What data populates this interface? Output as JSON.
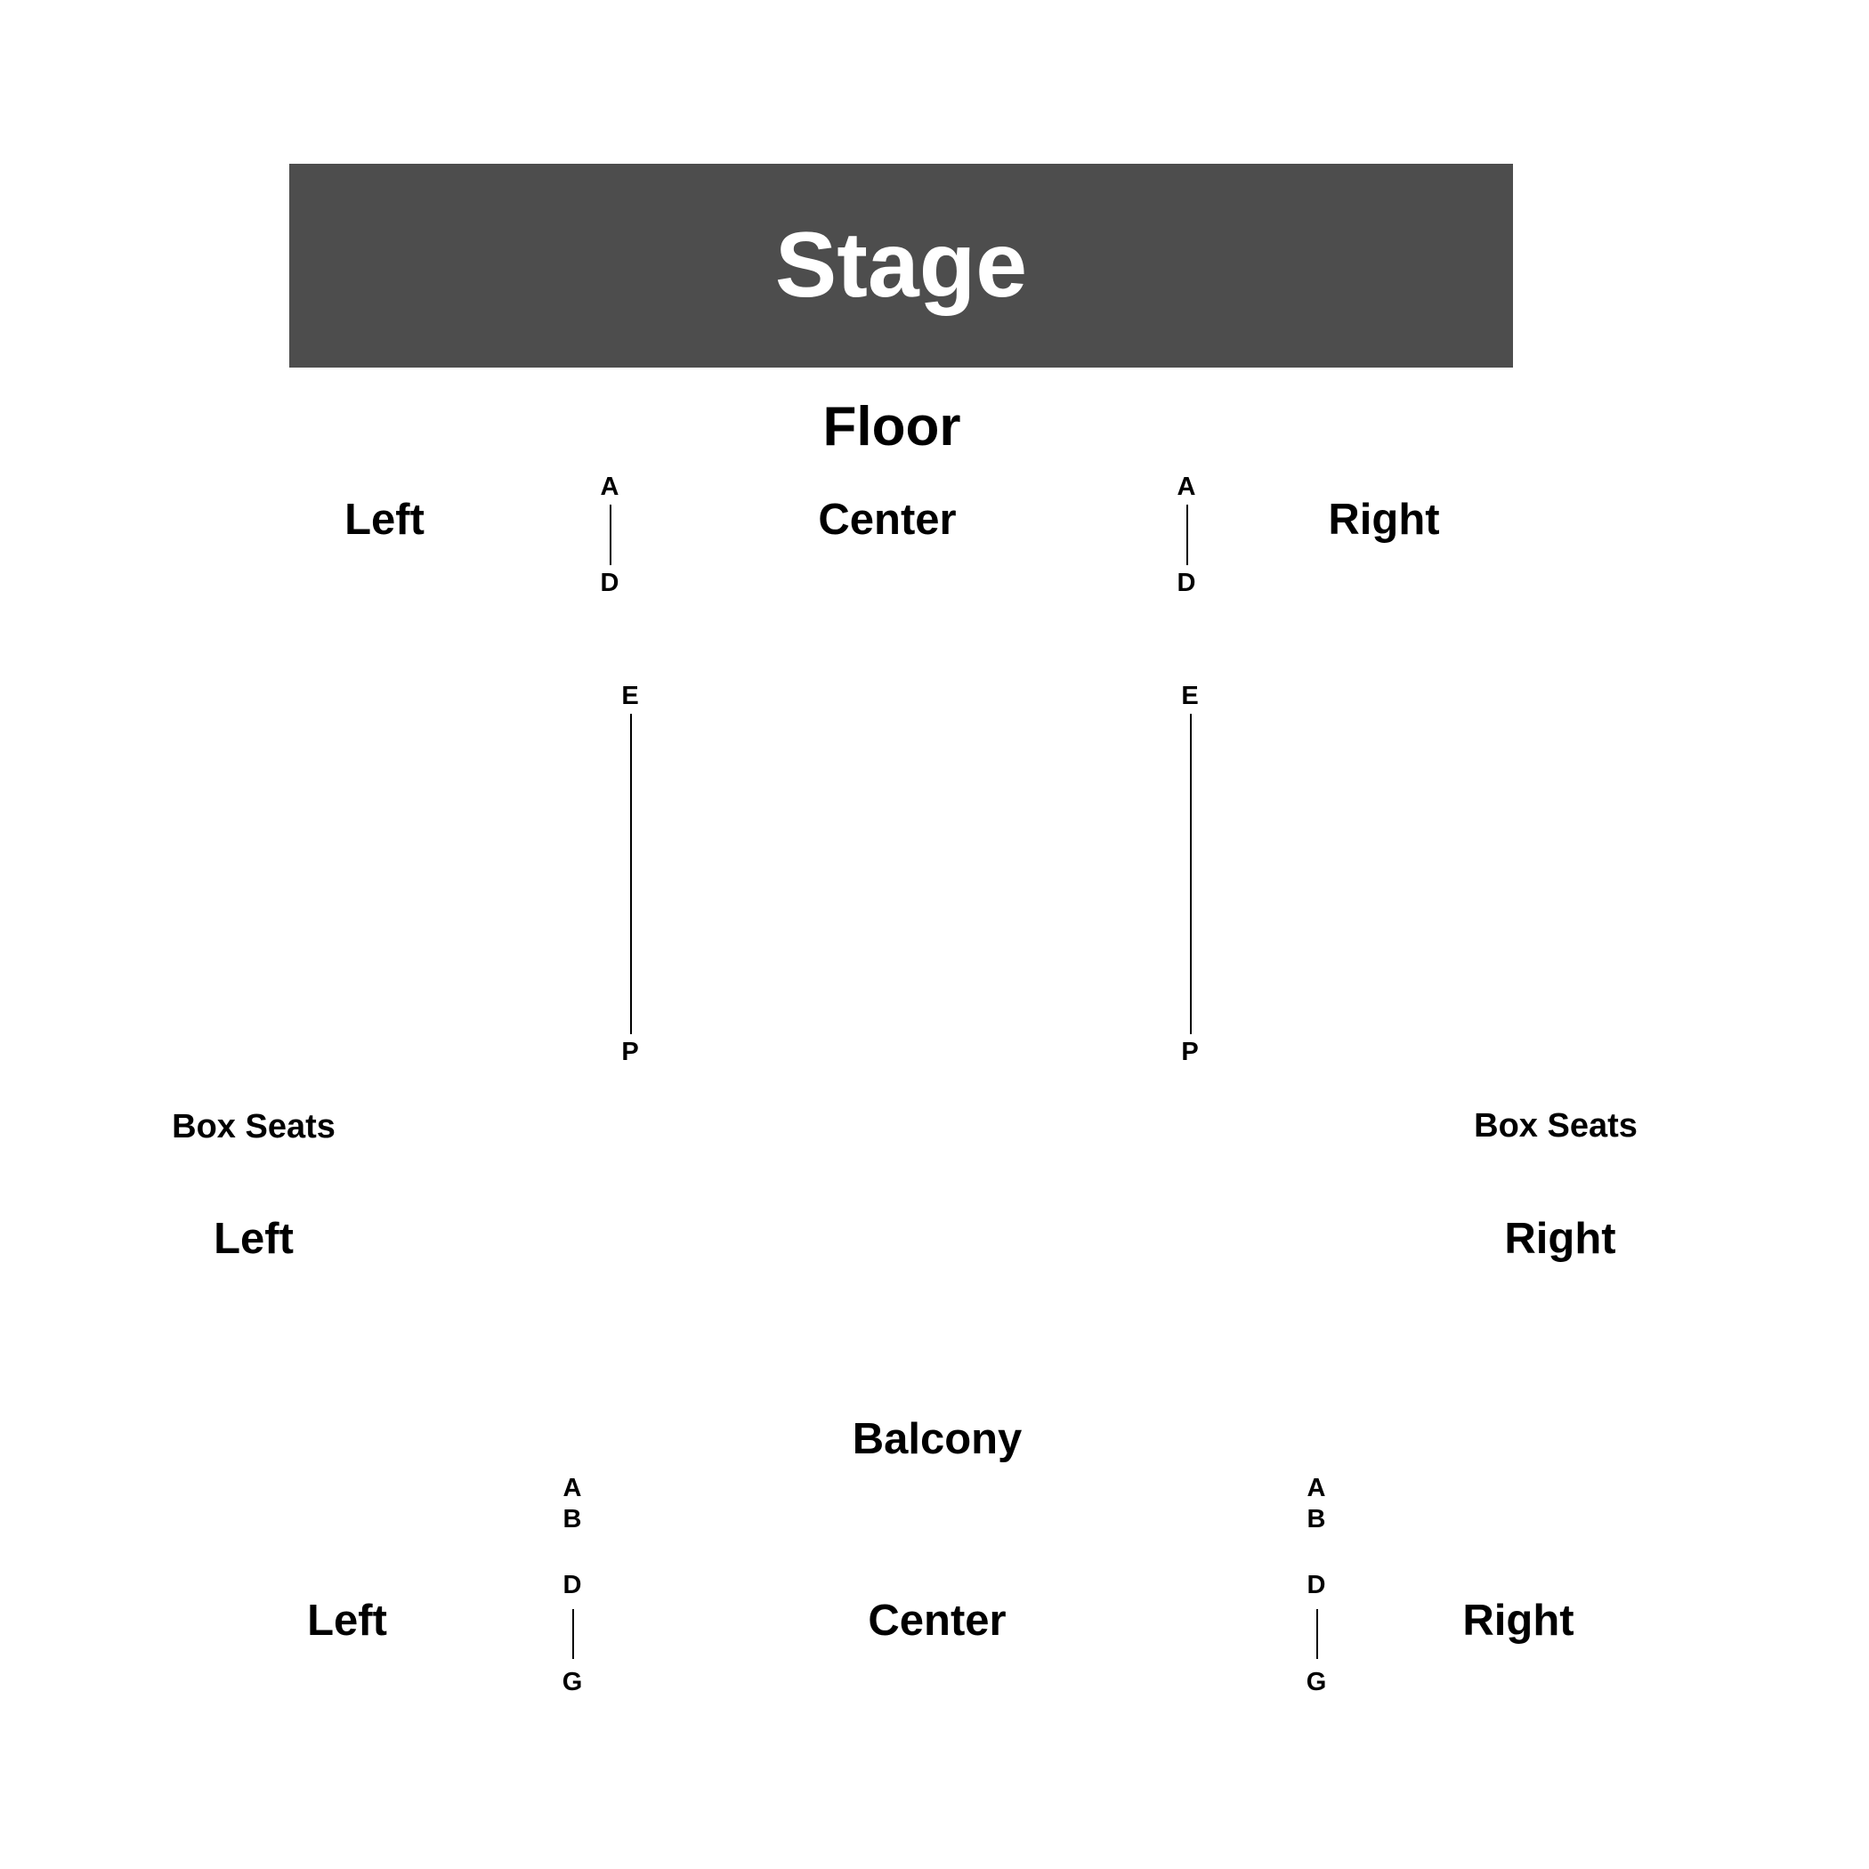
{
  "stage": {
    "label": "Stage"
  },
  "floor": {
    "title": "Floor",
    "sections": {
      "left": "Left",
      "center": "Center",
      "right": "Right"
    },
    "aisle_left": {
      "front_start": "A",
      "front_end": "D",
      "back_start": "E",
      "back_end": "P"
    },
    "aisle_right": {
      "front_start": "A",
      "front_end": "D",
      "back_start": "E",
      "back_end": "P"
    }
  },
  "box_seats": {
    "left": {
      "title": "Box Seats",
      "side": "Left"
    },
    "right": {
      "title": "Box Seats",
      "side": "Right"
    }
  },
  "balcony": {
    "title": "Balcony",
    "sections": {
      "left": "Left",
      "center": "Center",
      "right": "Right"
    },
    "aisle_left": {
      "row1": "A",
      "row2": "B",
      "range_start": "D",
      "range_end": "G"
    },
    "aisle_right": {
      "row1": "A",
      "row2": "B",
      "range_start": "D",
      "range_end": "G"
    }
  },
  "colors": {
    "stage": "#4d4d4d",
    "stage_text": "#ffffff",
    "text": "#000000",
    "background": "#ffffff"
  }
}
